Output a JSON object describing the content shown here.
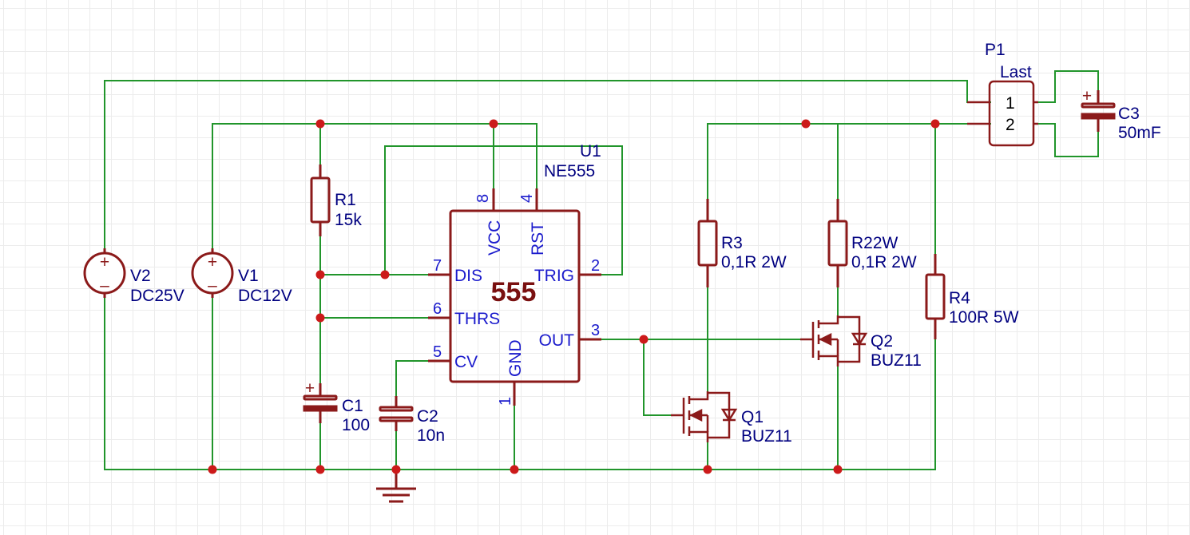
{
  "colors": {
    "wire": "#21952b",
    "symbol": "#8b1a1a",
    "junction": "#cc1a1a",
    "pin_text": "#1a1acc",
    "label_text": "#000080",
    "grid": "#ececec"
  },
  "components": {
    "v1": {
      "ref": "V1",
      "value": "DC12V",
      "symbols": {
        "plus": "+",
        "minus": "–"
      }
    },
    "v2": {
      "ref": "V2",
      "value": "DC25V",
      "symbols": {
        "plus": "+",
        "minus": "–"
      }
    },
    "r1": {
      "ref": "R1",
      "value": "15k"
    },
    "r3": {
      "ref": "R3",
      "value": "0,1R 2W"
    },
    "r22w": {
      "ref": "R22W",
      "value": "0,1R 2W"
    },
    "r4": {
      "ref": "R4",
      "value": "100R 5W"
    },
    "c1": {
      "ref": "C1",
      "value": "100",
      "polarity": "+"
    },
    "c2": {
      "ref": "C2",
      "value": "10n"
    },
    "c3": {
      "ref": "C3",
      "value": "50mF",
      "polarity": "+"
    },
    "u1": {
      "ref": "U1",
      "value": "NE555",
      "body_text": "555",
      "pins": [
        {
          "num": "8",
          "name": "VCC"
        },
        {
          "num": "4",
          "name": "RST"
        },
        {
          "num": "7",
          "name": "DIS"
        },
        {
          "num": "6",
          "name": "THRS"
        },
        {
          "num": "5",
          "name": "CV"
        },
        {
          "num": "2",
          "name": "TRIG"
        },
        {
          "num": "3",
          "name": "OUT"
        },
        {
          "num": "1",
          "name": "GND"
        }
      ]
    },
    "q1": {
      "ref": "Q1",
      "value": "BUZ11"
    },
    "q2": {
      "ref": "Q2",
      "value": "BUZ11"
    },
    "p1": {
      "ref": "P1",
      "value": "Last",
      "pins": [
        "1",
        "2"
      ]
    }
  }
}
